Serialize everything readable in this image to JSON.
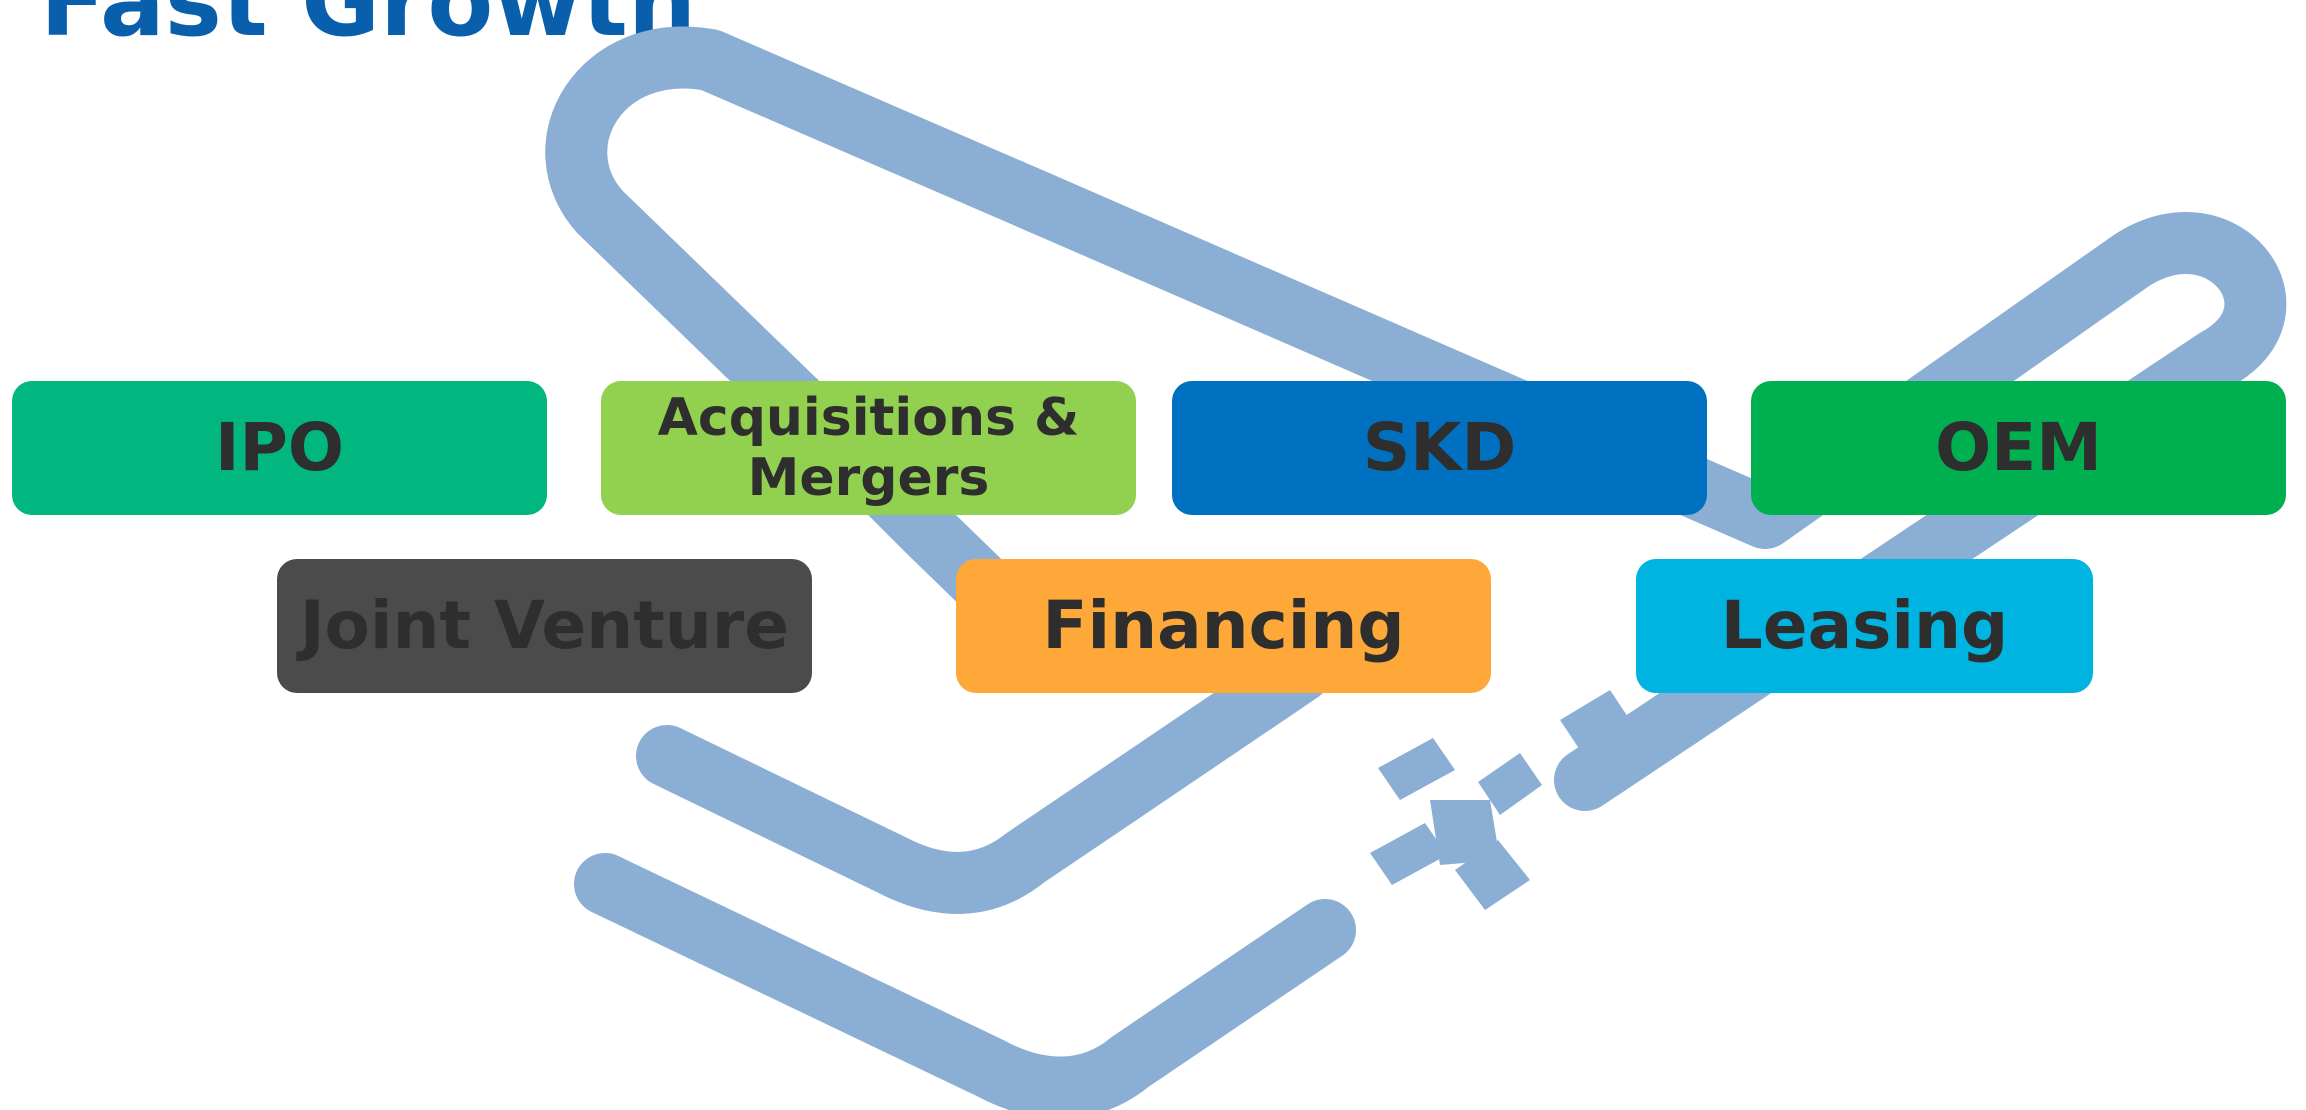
{
  "title": "Fast Growth",
  "boxes": {
    "ipo": {
      "label": "IPO",
      "color": "#02b67f"
    },
    "acquisitions": {
      "label_line1": "Acquisitions &",
      "label_line2": "Mergers",
      "color": "#92d050"
    },
    "skd": {
      "label": "SKD",
      "color": "#0070c0"
    },
    "oem": {
      "label": "OEM",
      "color": "#00b050"
    },
    "joint_venture": {
      "label": "Joint Venture",
      "color": "#4b4b4b"
    },
    "financing": {
      "label": "Financing",
      "color": "#ffa83a"
    },
    "leasing": {
      "label": "Leasing",
      "color": "#00b4e2"
    }
  },
  "colors": {
    "title": "#0a5fad",
    "plane_outline": "#8aaed4",
    "box_text": "#2e2e2e"
  },
  "icons": {
    "background": "airplane-outline-icon"
  }
}
